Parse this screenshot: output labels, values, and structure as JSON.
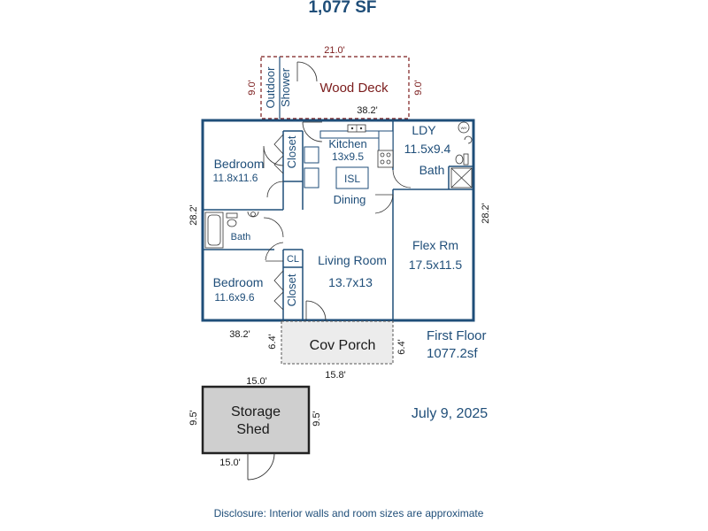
{
  "header": {
    "title": "1,077 SF"
  },
  "colors": {
    "wall": "#1f4e79",
    "label": "#1f4e79",
    "deck_label": "#7b1c1c",
    "dim": "#7b1c1c",
    "shed_fill": "#cfcfcf",
    "porch_fill": "#ececec",
    "text": "#1a1a1a"
  },
  "deck": {
    "name": "Wood Deck",
    "width": "21.0'",
    "depth_left": "9.0'",
    "depth_right": "9.0'",
    "outdoor_shower_1": "Outdoor",
    "outdoor_shower_2": "Shower"
  },
  "house": {
    "top_width": "38.2'",
    "bottom_width": "38.2'",
    "left_depth": "28.2'",
    "right_depth": "28.2'"
  },
  "rooms": {
    "bedroom1": {
      "name": "Bedroom",
      "size": "11.8x11.6"
    },
    "closet1": {
      "name": "Closet"
    },
    "kitchen": {
      "name": "Kitchen",
      "size": "13x9.5"
    },
    "island": {
      "name": "ISL"
    },
    "dining": {
      "name": "Dining"
    },
    "laundry": {
      "name": "LDY",
      "size": "11.5x9.4"
    },
    "bath_right": {
      "name": "Bath"
    },
    "bath_left": {
      "name": "Bath"
    },
    "cl": {
      "name": "CL"
    },
    "living": {
      "name": "Living Room",
      "size": "13.7x13"
    },
    "flex": {
      "name": "Flex Rm",
      "size": "17.5x11.5"
    },
    "bedroom2": {
      "name": "Bedroom",
      "size": "11.6x9.6"
    },
    "closet2": {
      "name": "Closet"
    },
    "wh": {
      "name": "WH"
    }
  },
  "porch": {
    "name": "Cov Porch",
    "width": "15.8'",
    "depth_left": "6.4'",
    "depth_right": "6.4'"
  },
  "floor": {
    "name": "First Floor",
    "area": "1077.2sf"
  },
  "shed": {
    "name_1": "Storage",
    "name_2": "Shed",
    "top_width": "15.0'",
    "bottom_width": "15.0'",
    "left_depth": "9.5'",
    "right_depth": "9.5'"
  },
  "date": "July 9, 2025",
  "disclosure": "Disclosure: Interior walls and room sizes are approximate"
}
